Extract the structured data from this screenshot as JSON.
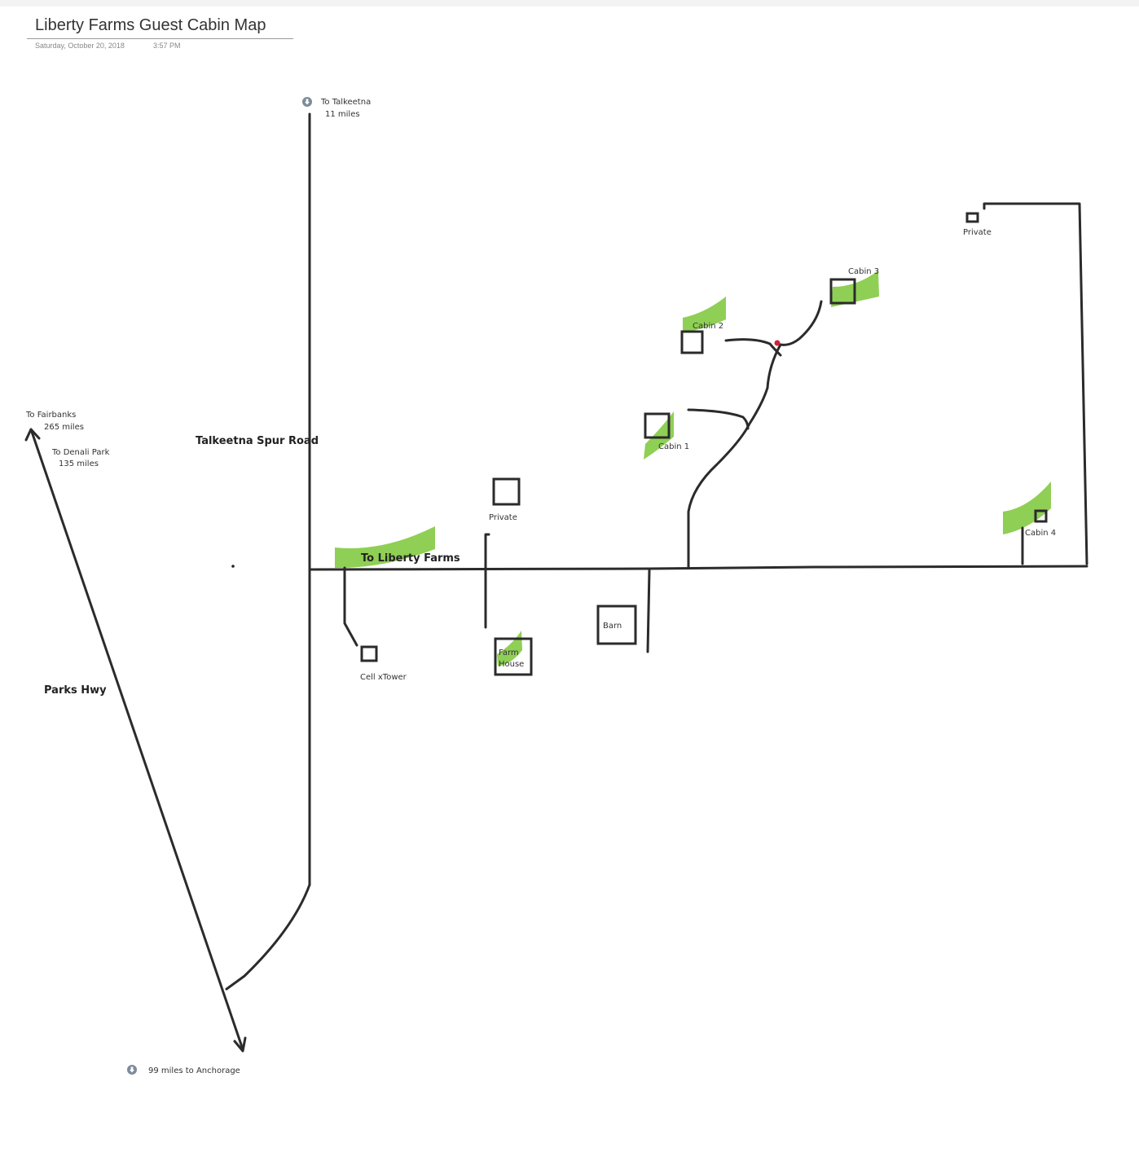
{
  "header": {
    "title": "Liberty Farms Guest Cabin Map",
    "date": "Saturday, October 20, 2018",
    "time": "3:57 PM"
  },
  "destinations": {
    "talkeetna_line1": "To Talkeetna",
    "talkeetna_line2": "11 miles",
    "fairbanks_line1": "To Fairbanks",
    "fairbanks_line2": "265 miles",
    "denali_line1": "To Denali Park",
    "denali_line2": "135 miles",
    "anchorage": "99 miles to Anchorage"
  },
  "roads": {
    "spur_road": "Talkeetna Spur Road",
    "parks_hwy": "Parks Hwy",
    "liberty_farms": "To Liberty Farms"
  },
  "buildings": {
    "cabin1": "Cabin 1",
    "cabin2": "Cabin 2",
    "cabin3": "Cabin 3",
    "cabin4": "Cabin 4",
    "private_top": "Private",
    "private_mid": "Private",
    "barn": "Barn",
    "farmhouse_line1": "Farm",
    "farmhouse_line2": "House",
    "cell_tower": "Cell xTower"
  },
  "icons": {
    "download": "download-icon"
  },
  "colors": {
    "highlight": "#8fcf55",
    "road": "#2b2b2b",
    "marker": "#d0223a"
  }
}
